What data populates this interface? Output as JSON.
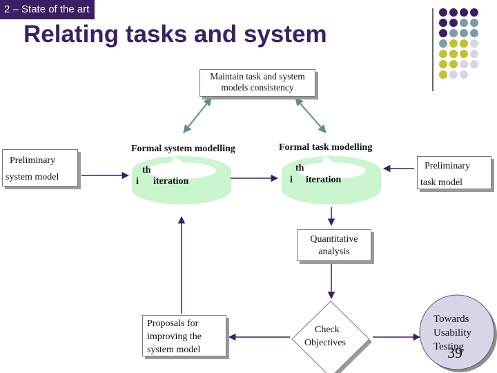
{
  "header": {
    "section_tag": "2 – State of the art",
    "title": "Relating tasks and system"
  },
  "diagram": {
    "consistency_box": "Maintain task and system models consistency",
    "formal_system_label": "Formal system modelling",
    "formal_task_label": "Formal task modelling",
    "iteration_sup": "th",
    "iteration_prefix": "i",
    "iteration_text": "iteration",
    "preliminary_system_1": "Preliminary",
    "preliminary_system_2": "system model",
    "preliminary_task_1": "Preliminary",
    "preliminary_task_2": "task model",
    "quantitative_1": "Quantitative",
    "quantitative_2": "analysis",
    "proposals_1": "Proposals for",
    "proposals_2": "improving the",
    "proposals_3": "system model",
    "check_1": "Check",
    "check_2": "Objectives",
    "towards_1": "Towards",
    "towards_2": "Usability",
    "towards_3": "Testing"
  },
  "footer": {
    "page_number": "39"
  },
  "colors": {
    "purple": "#3b1f63",
    "teal": "#7a9ea3",
    "olive": "#c2c22c",
    "lavender": "#d6d6e8",
    "mint": "#c9f5cf"
  }
}
